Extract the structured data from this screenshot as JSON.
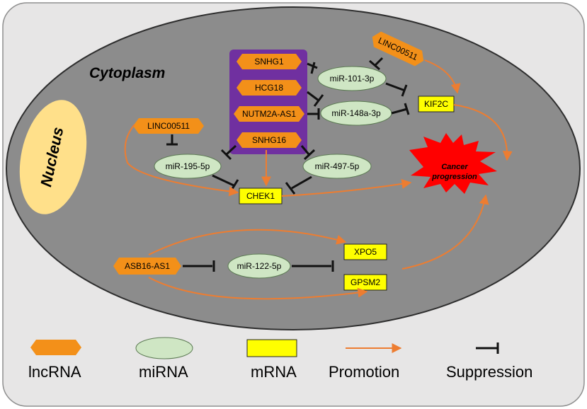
{
  "labels": {
    "cytoplasm": "Cytoplasm",
    "nucleus": "Nucleus",
    "cancer": "Cancer progression"
  },
  "lncrna": {
    "snhg1": "SNHG1",
    "hcg18": "HCG18",
    "nutm2a": "NUTM2A-AS1",
    "snhg16": "SNHG16",
    "linc_top": "LINC00511",
    "linc_left": "LINC00511",
    "asb16": "ASB16-AS1"
  },
  "mirna": {
    "mir101": "miR-101-3p",
    "mir148": "miR-148a-3p",
    "mir195": "miR-195-5p",
    "mir497": "miR-497-5p",
    "mir122": "miR-122-5p"
  },
  "mrna": {
    "kif2c": "KIF2C",
    "chek1": "CHEK1",
    "xpo5": "XPO5",
    "gpsm2": "GPSM2"
  },
  "legend": {
    "lncrna": "lncRNA",
    "mirna": "miRNA",
    "mrna": "mRNA",
    "promotion": "Promotion",
    "suppression": "Suppression"
  },
  "colors": {
    "lncrna": "#f39019",
    "mirna": "#cfe6c4",
    "mrna": "#ffff00",
    "promotion": "#ed7d31",
    "suppression": "#111111",
    "hub": "#7030a0",
    "cell": "#8c8c8c",
    "cancer": "#ff0000",
    "nucleus": "#ffe08a"
  }
}
